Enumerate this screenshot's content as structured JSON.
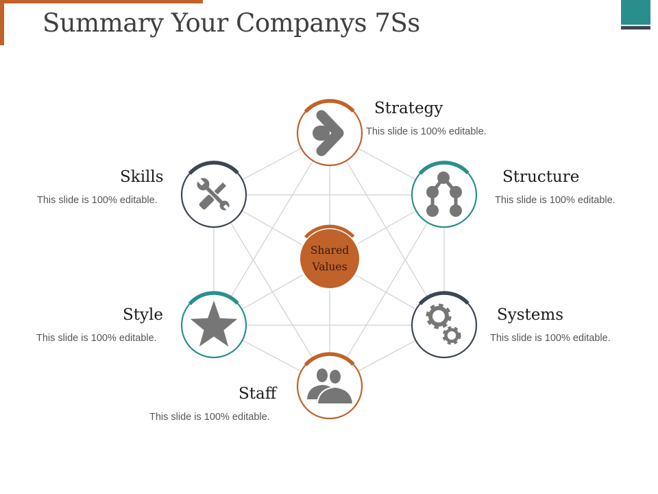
{
  "title": "Summary Your Companys 7Ss",
  "colors": {
    "orange": "#c0622a",
    "teal": "#2a8f8c",
    "slate": "#3c4654",
    "icon_gray": "#767676",
    "center_fill": "#c0622a",
    "grid_line": "#cfcfcf"
  },
  "center": {
    "line1": "Shared",
    "line2": "Values"
  },
  "nodes": {
    "strategy": {
      "label": "Strategy",
      "desc": "This slide is 100% editable.",
      "icon": "chevron-right-icon"
    },
    "structure": {
      "label": "Structure",
      "desc": "This slide is 100% editable.",
      "icon": "hierarchy-icon"
    },
    "systems": {
      "label": "Systems",
      "desc": "This slide is 100% editable.",
      "icon": "gears-icon"
    },
    "staff": {
      "label": "Staff",
      "desc": "This slide is 100% editable.",
      "icon": "people-icon"
    },
    "style": {
      "label": "Style",
      "desc": "This slide is 100% editable.",
      "icon": "star-icon"
    },
    "skills": {
      "label": "Skills",
      "desc": "This slide is 100% editable.",
      "icon": "tools-icon"
    }
  }
}
